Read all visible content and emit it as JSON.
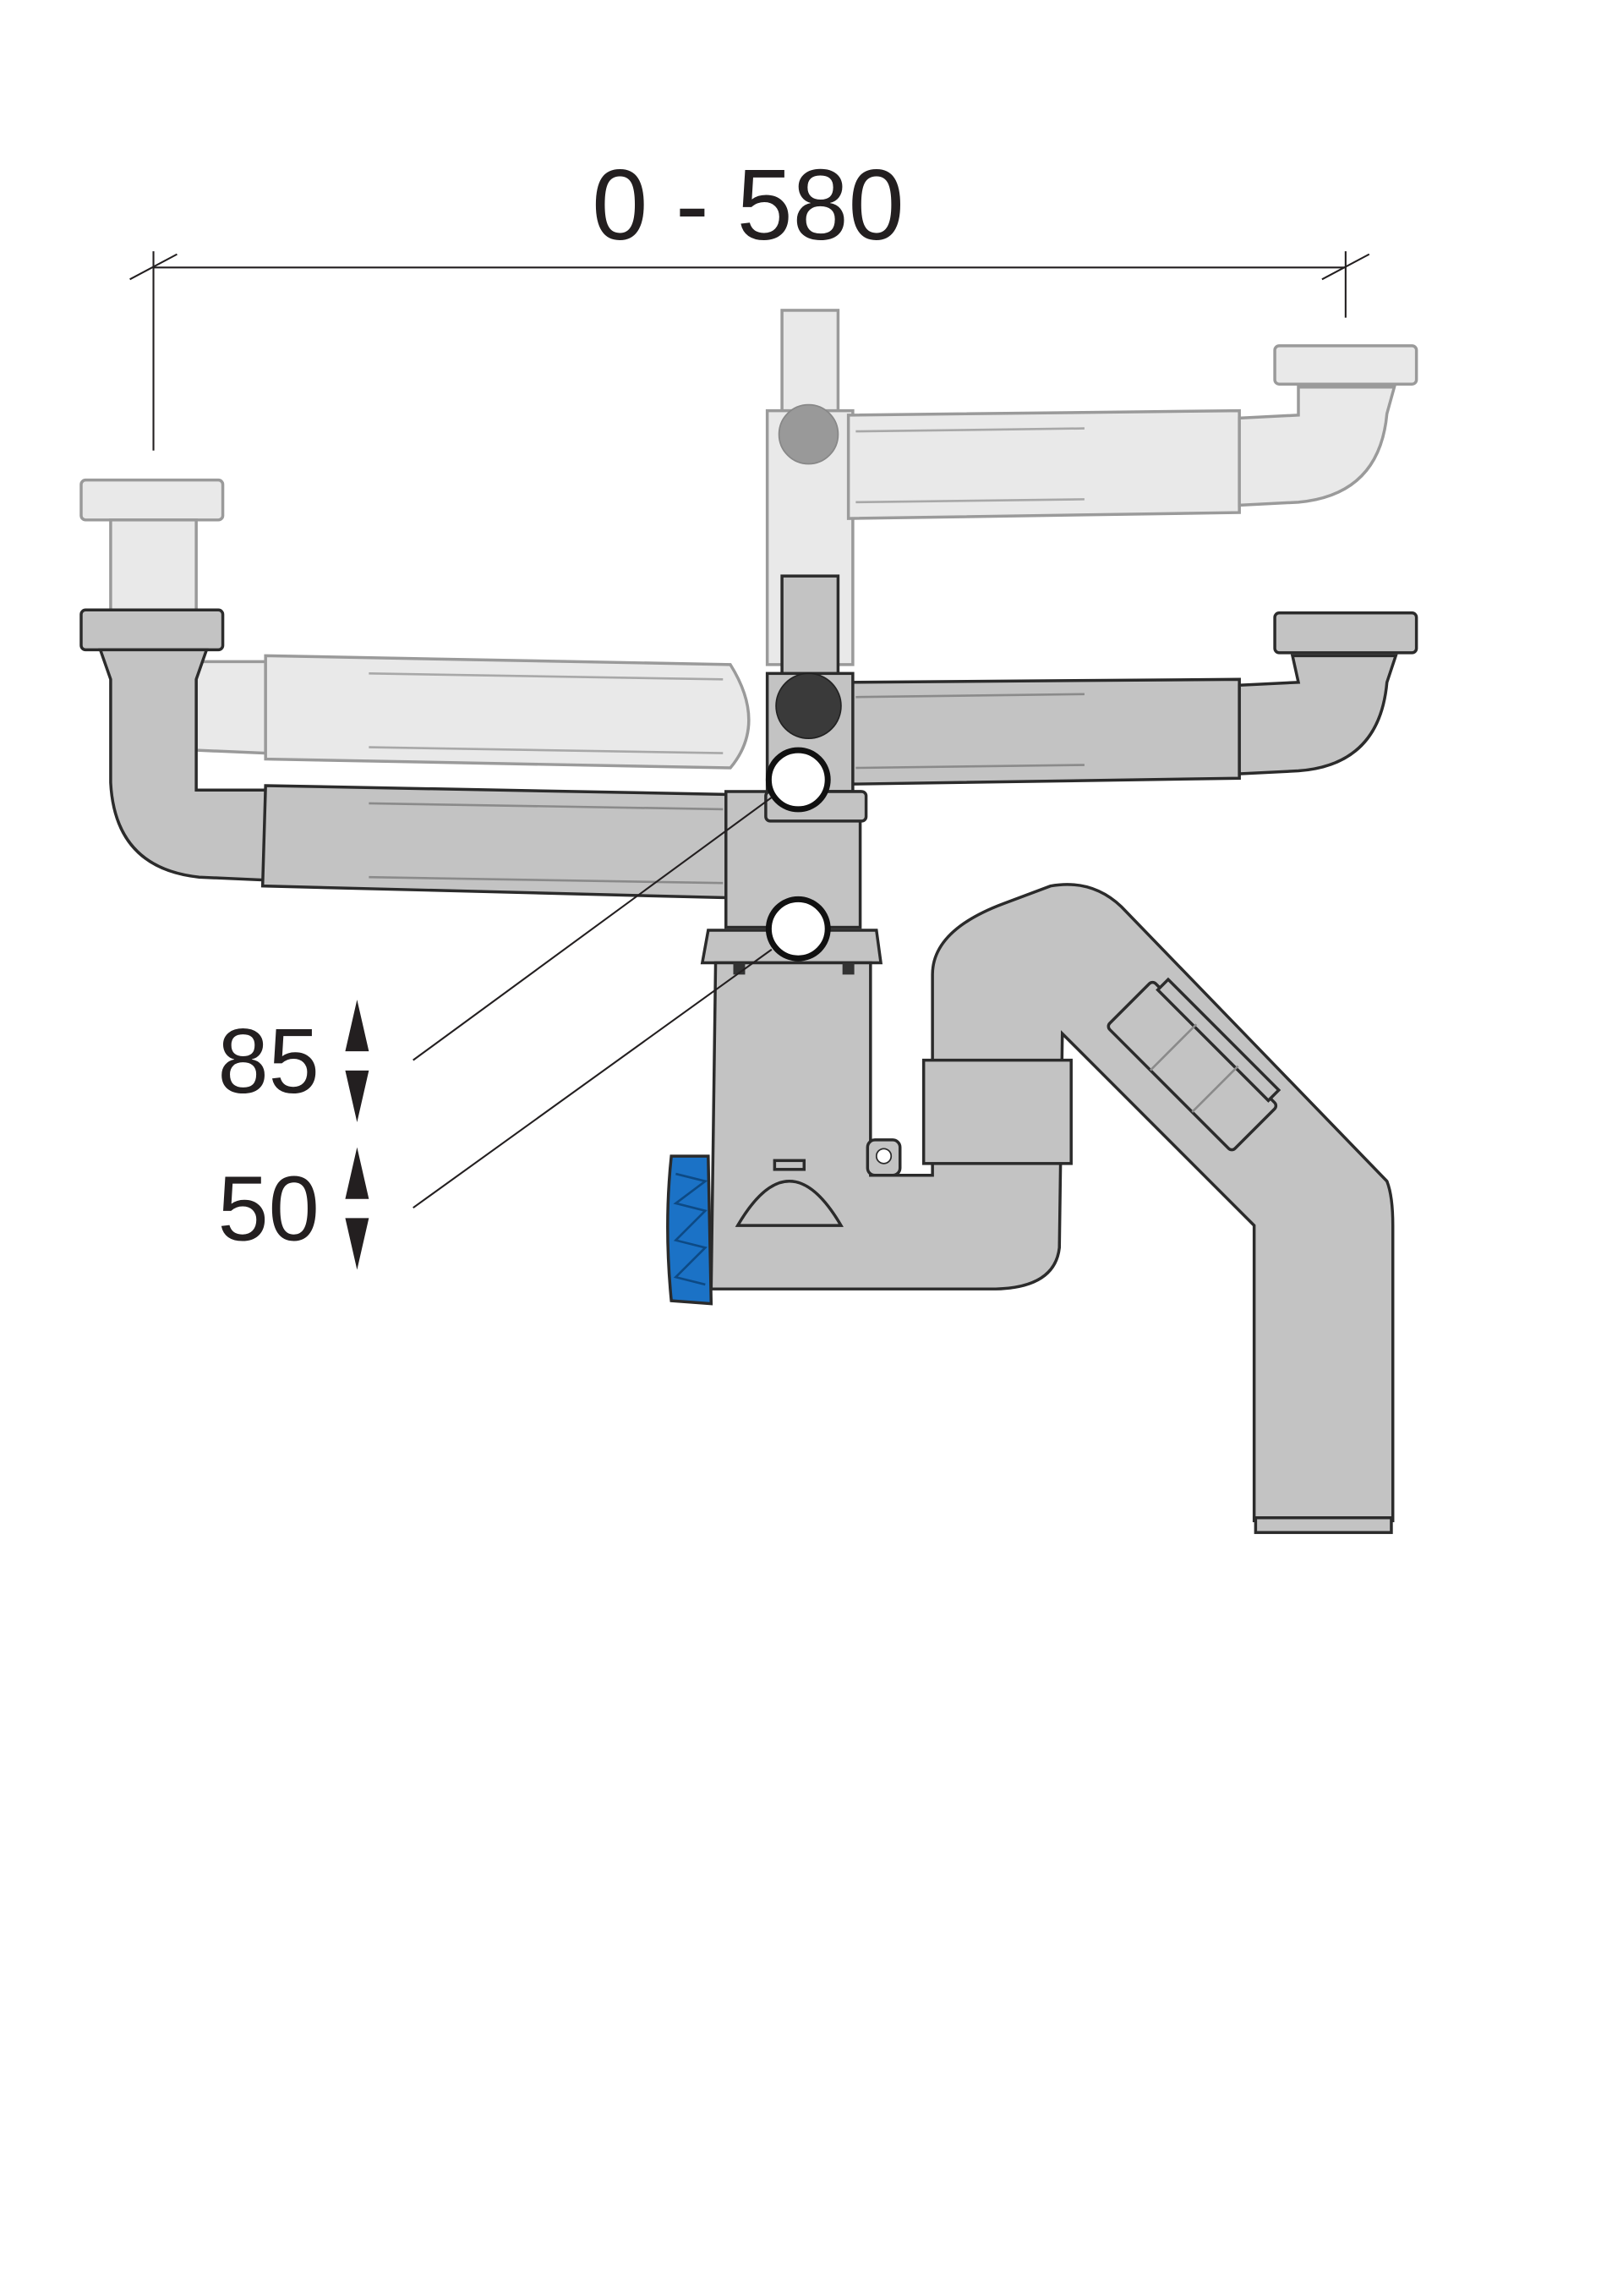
{
  "diagram": {
    "width_dimension": "0 - 580",
    "height_labels": [
      {
        "value": "85"
      },
      {
        "value": "50"
      }
    ],
    "colors": {
      "pipe": "#c3c3c3",
      "pipe_ghost": "#e9e9e9",
      "outline": "#2b2b2b",
      "cleanout_cap": "#1b72c6",
      "text": "#231f20"
    }
  }
}
